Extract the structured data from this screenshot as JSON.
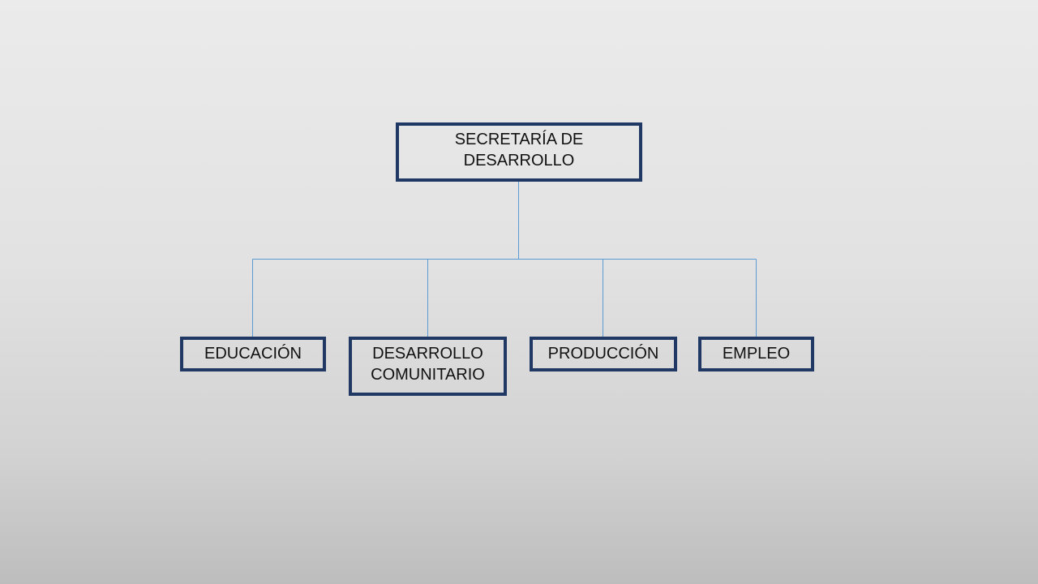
{
  "diagram": {
    "root": {
      "label": "SECRETARÍA DE\nDESARROLLO"
    },
    "children": [
      {
        "label": "EDUCACIÓN"
      },
      {
        "label": "DESARROLLO\nCOMUNITARIO"
      },
      {
        "label": "PRODUCCIÓN"
      },
      {
        "label": "EMPLEO"
      }
    ]
  },
  "colors": {
    "box_border": "#1f3864",
    "connector": "#5b9bd5",
    "text": "#111111"
  }
}
